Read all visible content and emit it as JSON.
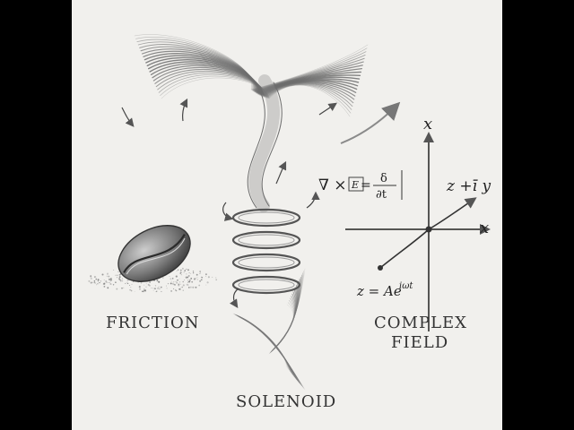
{
  "labels": {
    "friction": "FRICTION",
    "solenoid": "SOLENOID",
    "complex_line1": "COMPLEX",
    "complex_line2": "FIELD"
  },
  "math": {
    "equation_lhs": "∇ × ",
    "equation_e": "E",
    "equation_eq": " = ",
    "frac_num": "δ",
    "frac_den": "∂t",
    "axis_x_top": "x",
    "axis_x_right": "x",
    "z_plus_iy": "z +ī y",
    "phasor": "z = Ae",
    "phasor_exp": "iωt"
  },
  "colors": {
    "background": "#f1f0ed",
    "frame": "#000000",
    "ink": "#333333",
    "swirl": "#6d6d6d"
  }
}
